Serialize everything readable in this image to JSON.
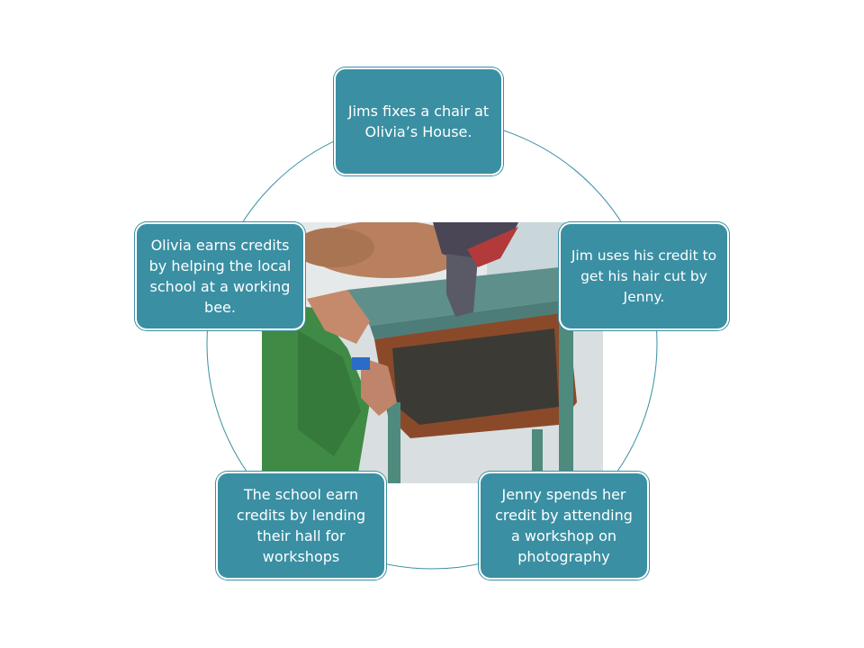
{
  "cycle": {
    "steps": [
      {
        "text": "Jims fixes a chair at Olivia’s House."
      },
      {
        "text": "Jim uses his credit to get his hair cut by Jenny."
      },
      {
        "text": "Jenny spends her credit by attending a workshop on photography"
      },
      {
        "text": "The school earn credits by lending their hall for workshops"
      },
      {
        "text": "Olivia earns credits by helping the local school at a working bee."
      }
    ],
    "colors": {
      "box_fill": "#3a8fa3",
      "box_text": "#ffffff",
      "ring": "#3a8fa3"
    }
  },
  "photo": {
    "description_icon": "man-repairing-chair-photo"
  }
}
